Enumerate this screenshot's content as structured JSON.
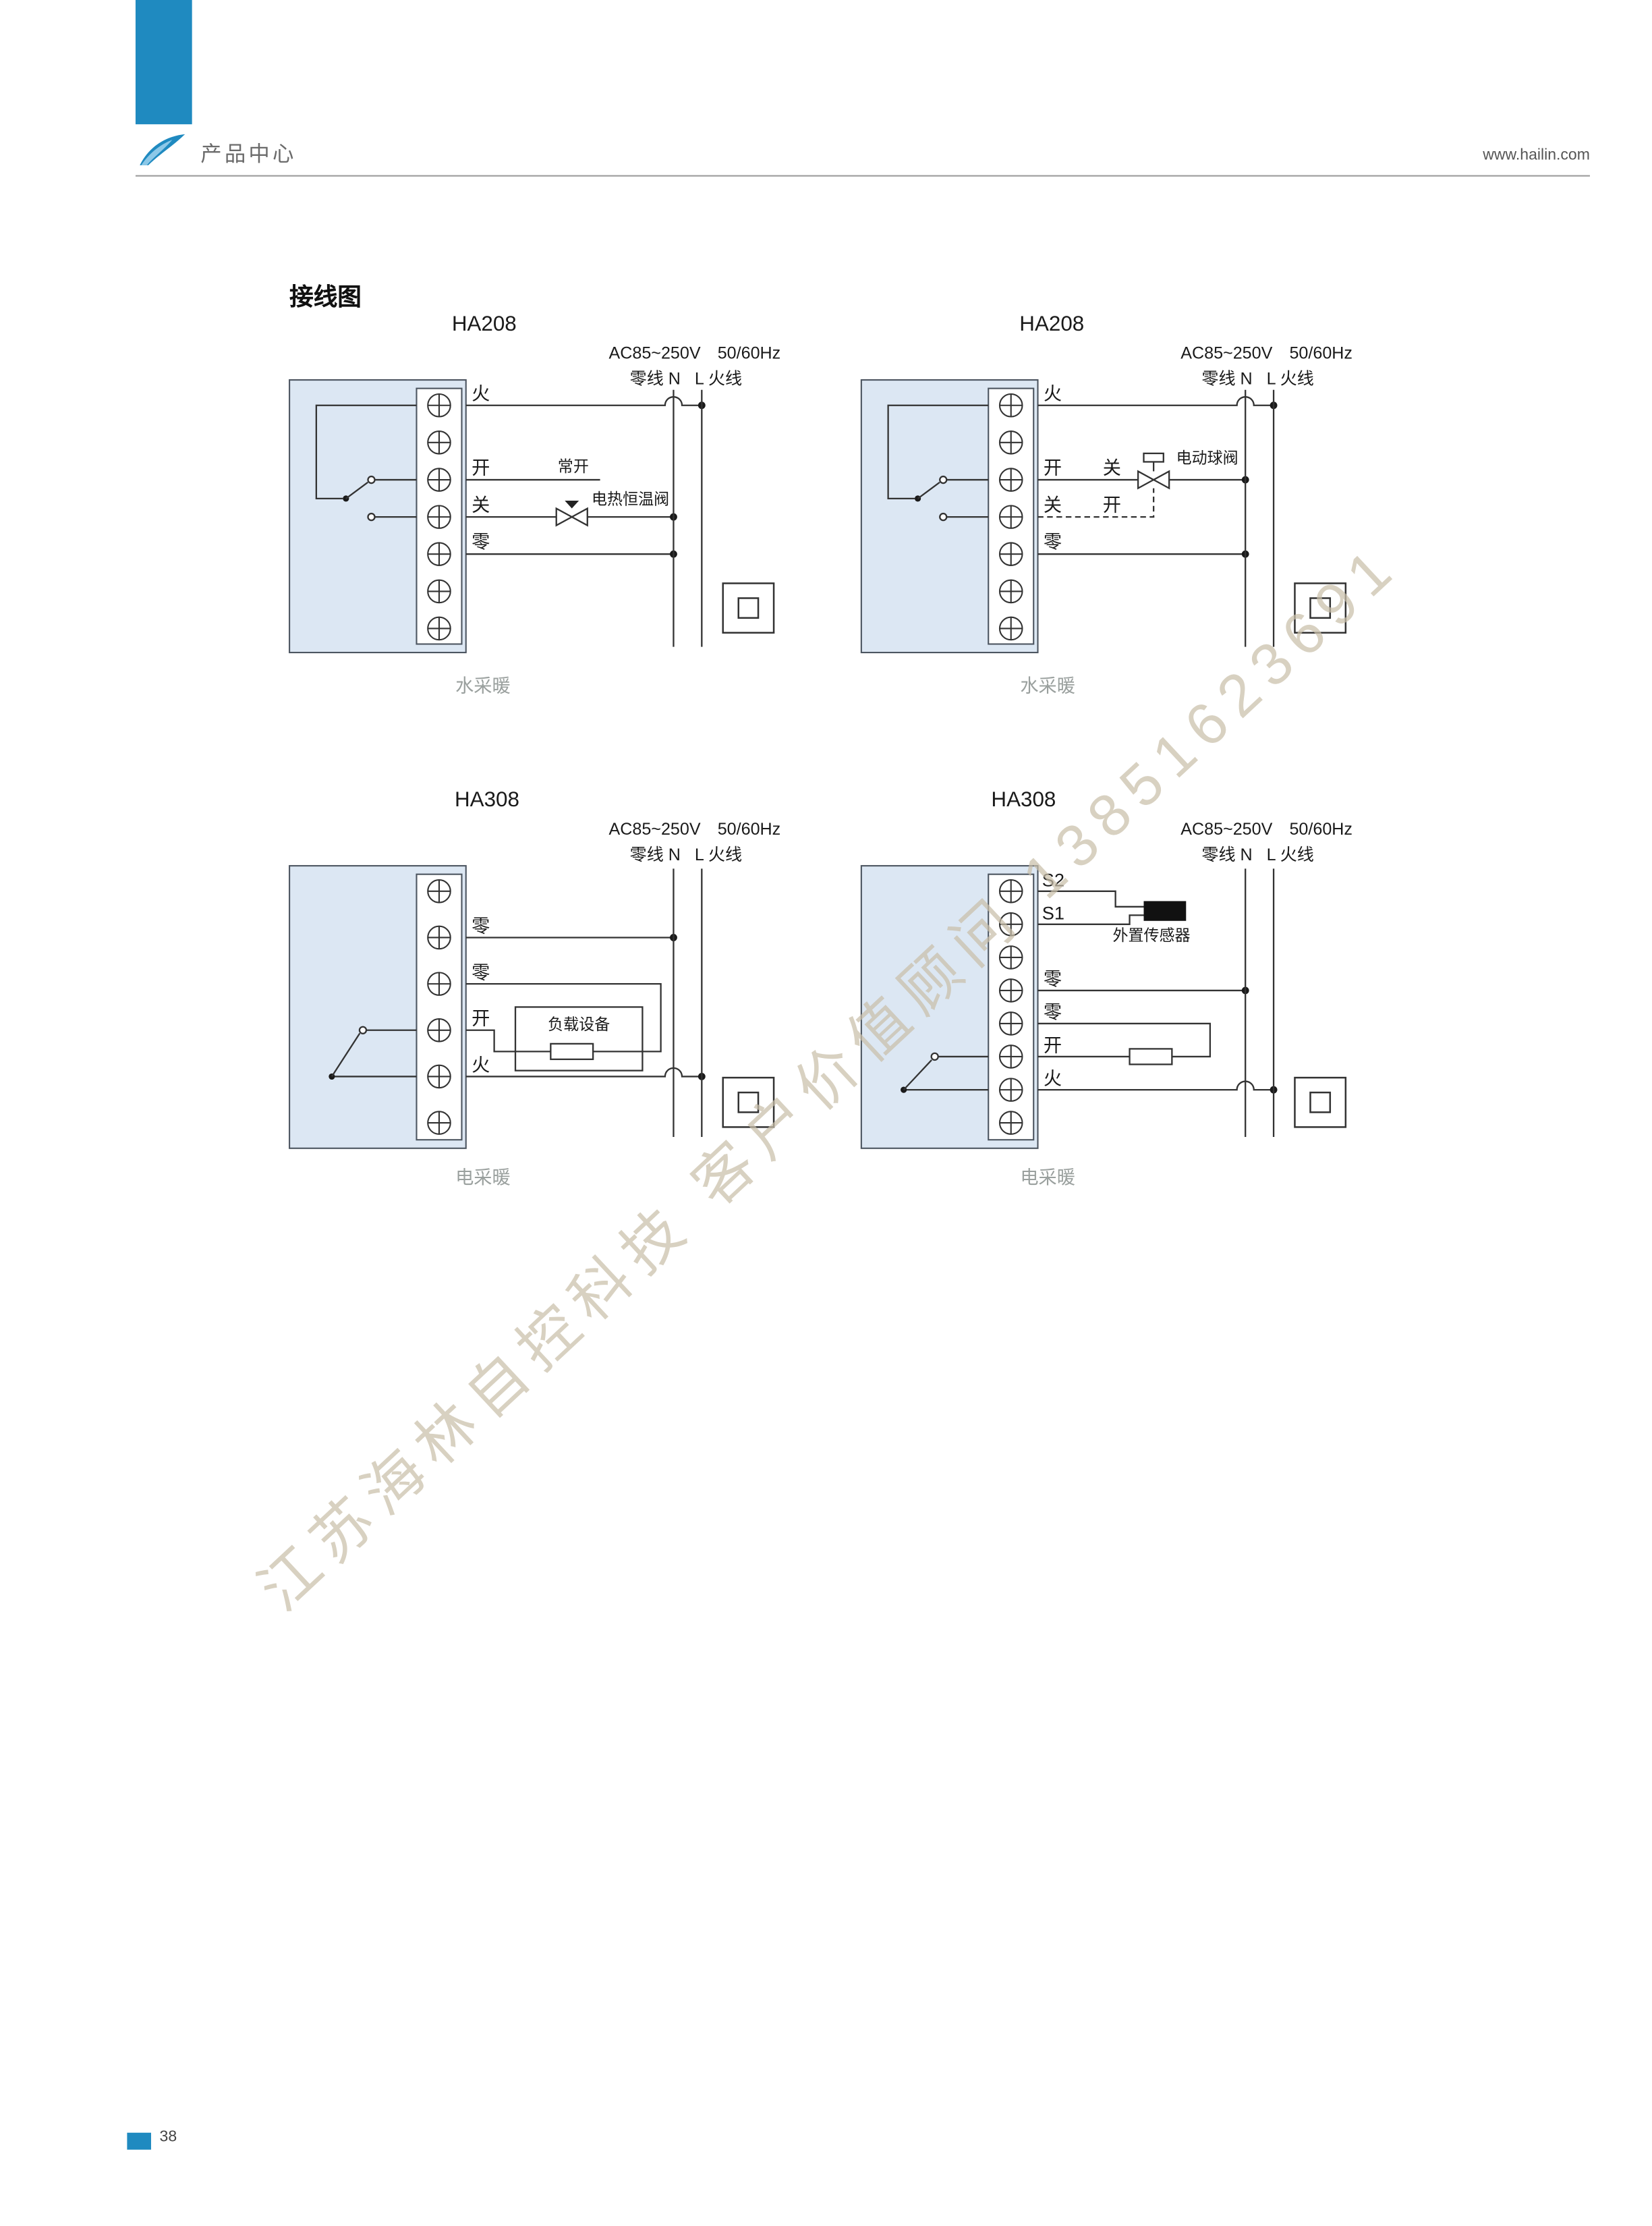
{
  "header": {
    "title": "产品中心",
    "website": "www.hailin.com"
  },
  "section_title": "接线图",
  "watermark": "江苏海林自控科技 客户价值顾问 13851623691",
  "footer": {
    "page_number": "38"
  },
  "colors": {
    "accent_blue": "#1f8ac0",
    "thermostat_fill": "#dce7f3",
    "watermark": "#c9bfaa"
  },
  "diagrams": [
    {
      "model": "HA208",
      "power_rating": "AC85~250V　50/60Hz",
      "neutral_line_label": "零线 N",
      "live_line_label": "L 火线",
      "terminals": [
        "火",
        "开",
        "关",
        "零"
      ],
      "valve_note": "常开",
      "device_label": "电热恒温阀",
      "caption": "水采暖"
    },
    {
      "model": "HA208",
      "power_rating": "AC85~250V　50/60Hz",
      "neutral_line_label": "零线 N",
      "live_line_label": "L 火线",
      "terminals": [
        "火",
        "开",
        "关",
        "零"
      ],
      "row2_right_label": "关",
      "row3_right_label": "开",
      "device_label": "电动球阀",
      "caption": "水采暖"
    },
    {
      "model": "HA308",
      "power_rating": "AC85~250V　50/60Hz",
      "neutral_line_label": "零线 N",
      "live_line_label": "L 火线",
      "terminals": [
        "零",
        "零",
        "开",
        "火"
      ],
      "device_label": "负载设备",
      "caption": "电采暖"
    },
    {
      "model": "HA308",
      "power_rating": "AC85~250V　50/60Hz",
      "neutral_line_label": "零线 N",
      "live_line_label": "L 火线",
      "sensor_terminals": [
        "S2",
        "S1"
      ],
      "terminals": [
        "零",
        "零",
        "开",
        "火"
      ],
      "device_label": "外置传感器",
      "caption": "电采暖"
    }
  ]
}
